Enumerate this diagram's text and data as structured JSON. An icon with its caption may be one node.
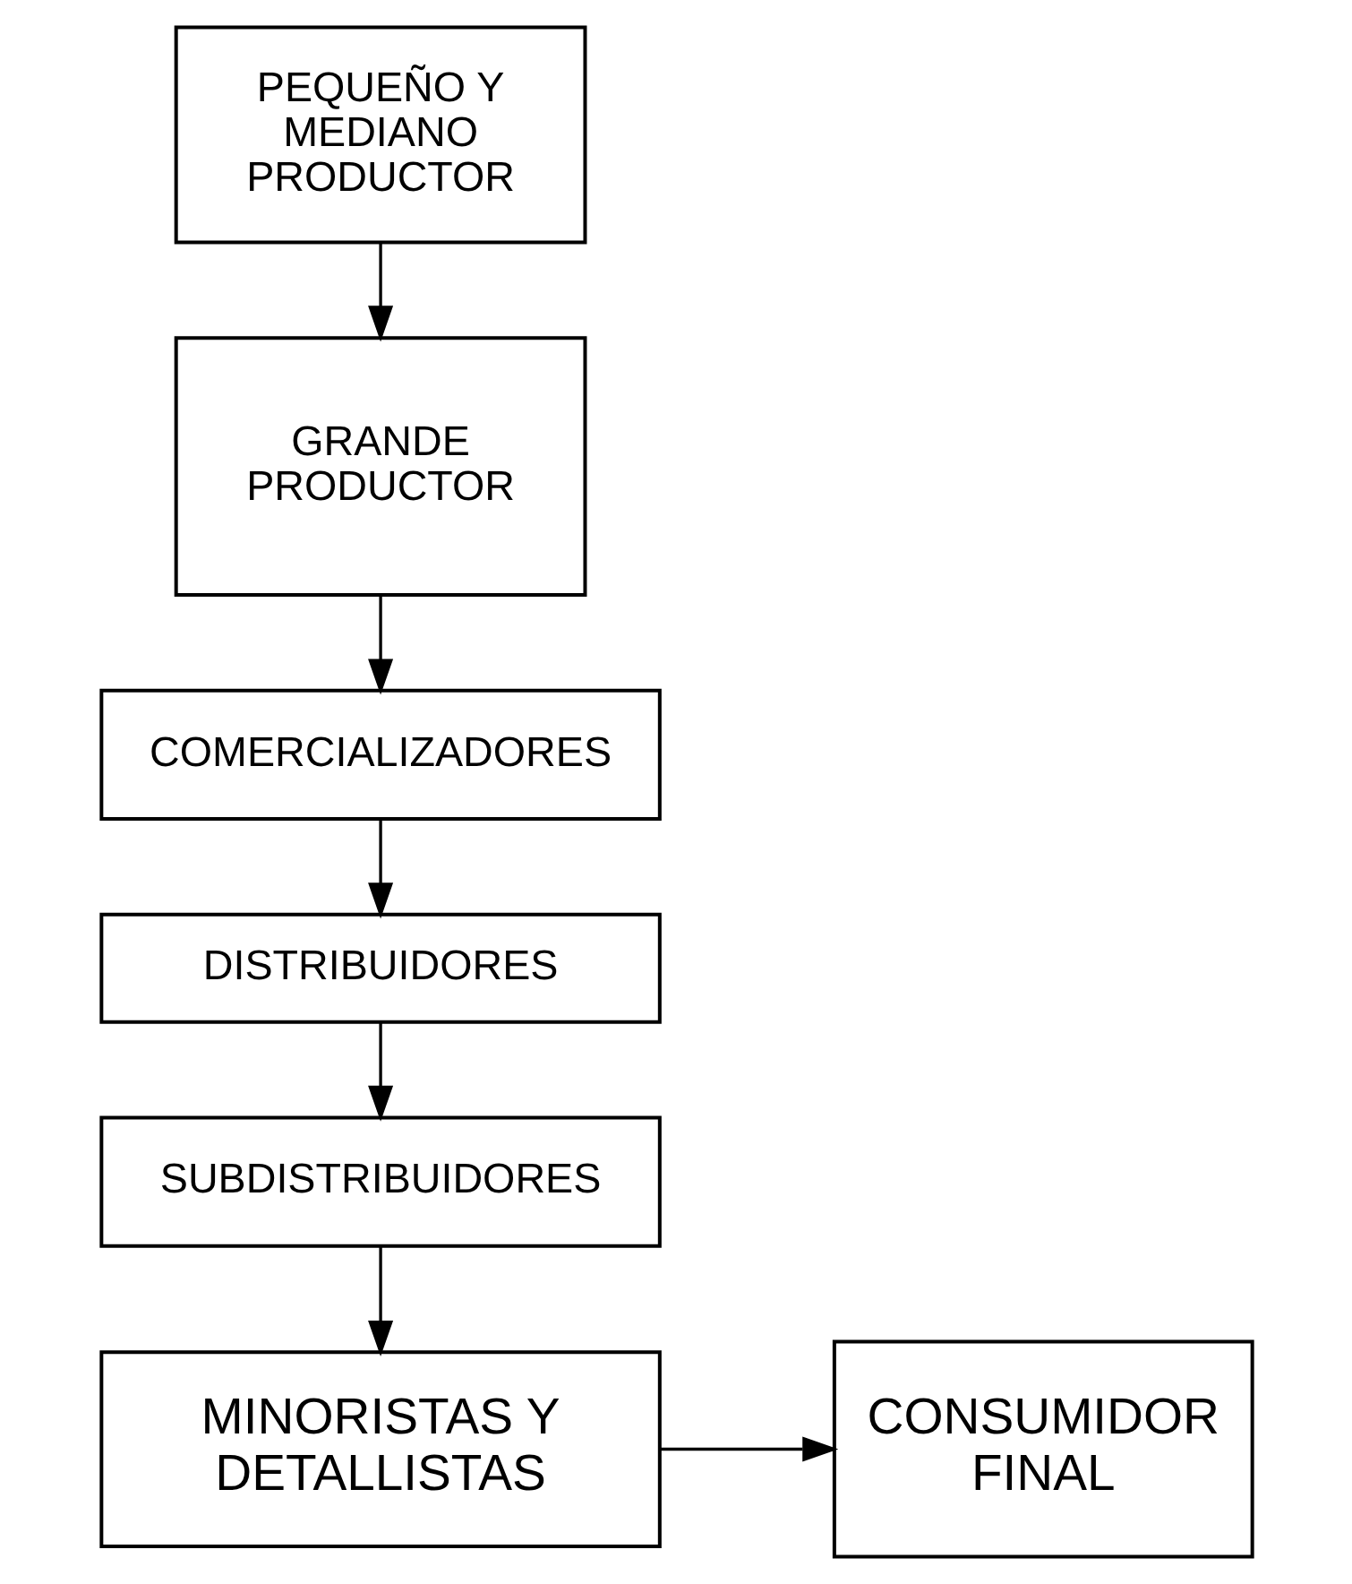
{
  "diagram": {
    "nodes": [
      {
        "text": [
          "PEQUEÑO Y MEDIANO PRODUCTOR"
        ]
      },
      {
        "text": [
          "GRANDE PRODUCTOR"
        ]
      },
      {
        "text": [
          "COMERCIALIZADORES"
        ]
      },
      {
        "text": [
          "DISTRIBUIDORES"
        ]
      },
      {
        "text": [
          "SUBDISTRIBUIDORES"
        ]
      },
      {
        "text": [
          "MINORISTAS Y DETALLISTAS"
        ]
      },
      {
        "text": [
          "CONSUMIDOR FINAL"
        ]
      }
    ],
    "edges": [
      {
        "from": 0,
        "to": 1,
        "arrow": "to"
      },
      {
        "from": 1,
        "to": 2,
        "arrow": "to"
      },
      {
        "from": 2,
        "to": 3,
        "arrow": "to"
      },
      {
        "from": 3,
        "to": 4,
        "arrow": "to"
      },
      {
        "from": 4,
        "to": 5,
        "arrow": "to"
      },
      {
        "from": 5,
        "to": 6,
        "arrow": "to"
      }
    ]
  }
}
